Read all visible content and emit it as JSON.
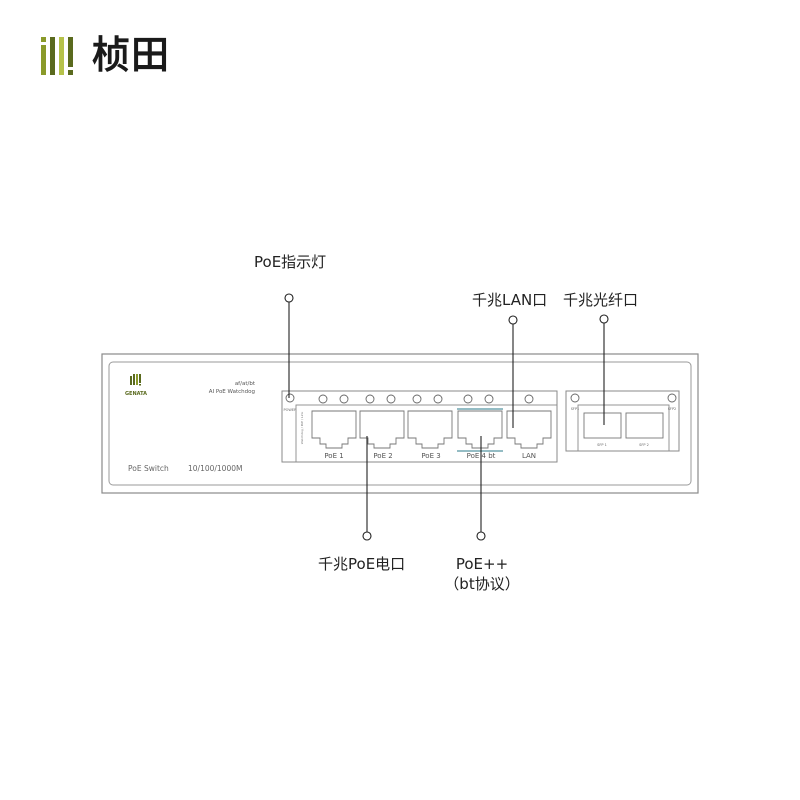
{
  "brand": {
    "name_cn": "桢田",
    "name_en": "GENATA",
    "colors": {
      "dark_green": "#5a6a1e",
      "olive": "#8a9a2a",
      "light_olive": "#b6c24a",
      "black": "#1a1a1a"
    }
  },
  "device": {
    "model_line1": "af/at/bt",
    "model_line2": "AI PoE Watchdog",
    "product_label": "PoE Switch",
    "speed_label": "10/100/1000M",
    "power_label": "POWER",
    "side_label": "Watchdog / PoE / Link",
    "ports": [
      {
        "label": "PoE 1"
      },
      {
        "label": "PoE 2"
      },
      {
        "label": "PoE 3"
      },
      {
        "label": "PoE 4 bt"
      },
      {
        "label": "LAN"
      }
    ],
    "sfp_ports": [
      {
        "label": "SFP 1",
        "led_label": "SFP1"
      },
      {
        "label": "SFP 2",
        "led_label": "SFP2"
      }
    ],
    "colors": {
      "outline": "#8a8a8a",
      "accent_line": "#2a7a8a"
    }
  },
  "callouts": {
    "poe_indicator": "PoE指示灯",
    "gigabit_lan": "千兆LAN口",
    "gigabit_fiber": "千兆光纤口",
    "gigabit_poe": "千兆PoE电口",
    "poe_plus_line1": "PoE++",
    "poe_plus_line2": "（bt协议）"
  }
}
